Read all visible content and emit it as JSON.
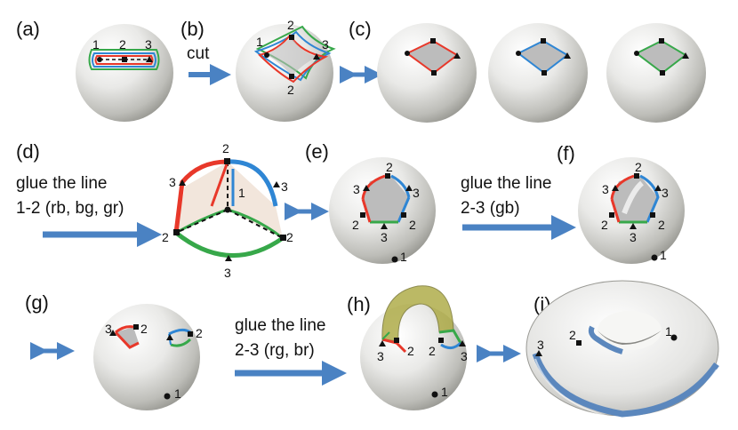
{
  "panels": {
    "a": "(a)",
    "b": "(b)",
    "c": "(c)",
    "d": "(d)",
    "e": "(e)",
    "f": "(f)",
    "g": "(g)",
    "h": "(h)",
    "i": "(i)"
  },
  "captions": {
    "cut": "cut",
    "glue_d_1": "glue the line",
    "glue_d_2": "1-2 (rb, bg, gr)",
    "glue_e_1": "glue the line",
    "glue_e_2": "2-3 (gb)",
    "glue_g_1": "glue the line",
    "glue_g_2": "2-3 (rg, br)"
  },
  "point_labels": {
    "one": "1",
    "two": "2",
    "three": "3"
  },
  "colors": {
    "red": "#e8382a",
    "blue": "#2f86d4",
    "green": "#37a84a",
    "arrow": "#4a82c3",
    "torus_band": "#5b87bd",
    "tube": "#a9a63a"
  }
}
